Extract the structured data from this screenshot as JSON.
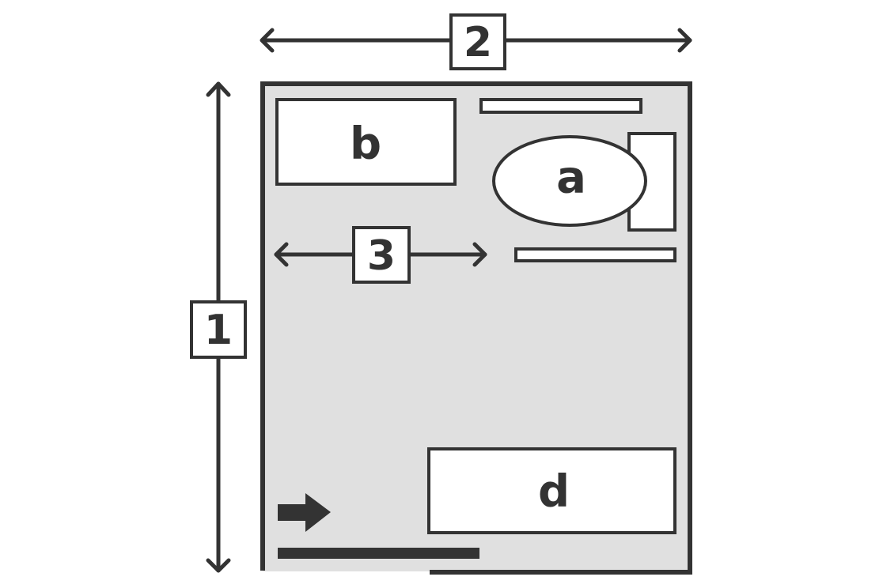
{
  "colors": {
    "stroke": "#333333",
    "room_fill": "#e0e0e0",
    "box_fill": "#ffffff"
  },
  "dimension_labels": {
    "height": "1",
    "width": "2",
    "clearance": "3"
  },
  "fixtures": {
    "toilet": "a",
    "vanity": "b",
    "bathtub": "d"
  },
  "icons": {
    "entry": "arrow-right-icon"
  }
}
